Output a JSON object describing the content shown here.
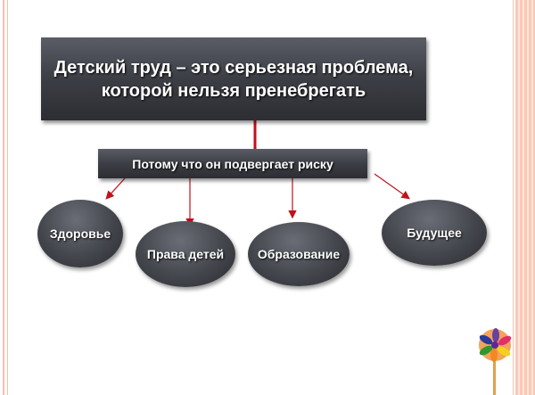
{
  "title": {
    "line1": "Детский труд – это серьезная проблема,",
    "line2": "которой нельзя пренебрегать"
  },
  "subtitle": "Потому  что он подвергает риску",
  "risks": [
    "Здоровье",
    "Права детей",
    "Образование",
    "Будущее"
  ],
  "colors": {
    "connector": "#c0121c",
    "border": "#f6c1ae",
    "box": "#3c3e45"
  }
}
